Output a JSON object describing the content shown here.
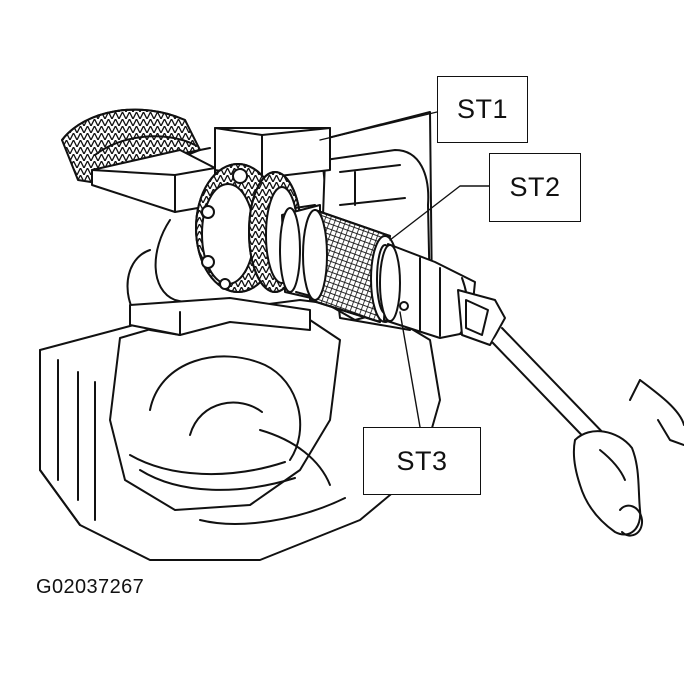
{
  "labels": {
    "st1": "ST1",
    "st2": "ST2",
    "st3": "ST3"
  },
  "figure_id": "G02037267",
  "colors": {
    "ink": "#111111",
    "paper": "#ffffff"
  }
}
